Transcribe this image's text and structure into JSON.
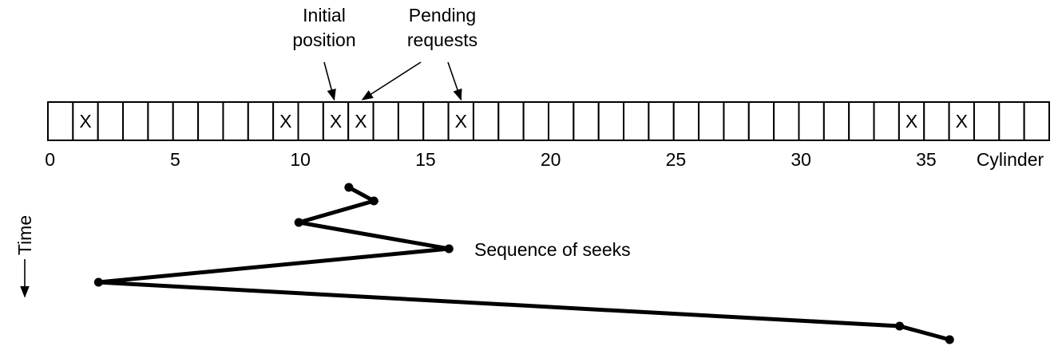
{
  "annotations": {
    "initial_position": [
      "Initial",
      "position"
    ],
    "pending_requests": [
      "Pending",
      "requests"
    ],
    "sequence_label": "Sequence of seeks",
    "time_label": "Time",
    "cylinder_label": "Cylinder"
  },
  "disk": {
    "cylinder_count": 40,
    "tick_labels": [
      "0",
      "5",
      "10",
      "15",
      "20",
      "25",
      "30",
      "35"
    ],
    "tick_values": [
      0,
      5,
      10,
      15,
      20,
      25,
      30,
      35
    ],
    "marked_cylinders": [
      1,
      9,
      11,
      12,
      16,
      34,
      36
    ],
    "mark_glyph": "X",
    "initial_cylinder": 11,
    "pending_pointed": [
      12,
      16
    ]
  },
  "seek_sequence": [
    12,
    13,
    10,
    16,
    2,
    34,
    36
  ]
}
